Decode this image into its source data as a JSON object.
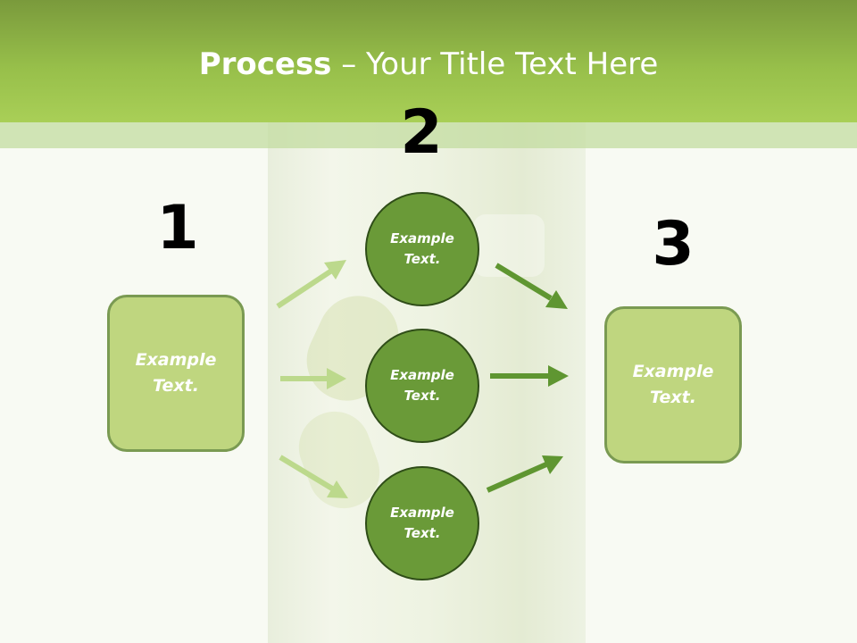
{
  "title": {
    "bold": "Process",
    "rest": " – Your Title Text Here"
  },
  "steps": [
    {
      "number": "1",
      "text_line1": "Example",
      "text_line2": "Text."
    },
    {
      "number": "2",
      "circles": [
        {
          "text_line1": "Example",
          "text_line2": "Text."
        },
        {
          "text_line1": "Example",
          "text_line2": "Text."
        },
        {
          "text_line1": "Example",
          "text_line2": "Text."
        }
      ]
    },
    {
      "number": "3",
      "text_line1": "Example",
      "text_line2": "Text."
    }
  ],
  "colors": {
    "header": "#97bf4a",
    "box_fill": "#bfd67f",
    "circle_fill": "#6a9a38",
    "arrow_light": "#bcd98c",
    "arrow_dark": "#5f9631"
  }
}
